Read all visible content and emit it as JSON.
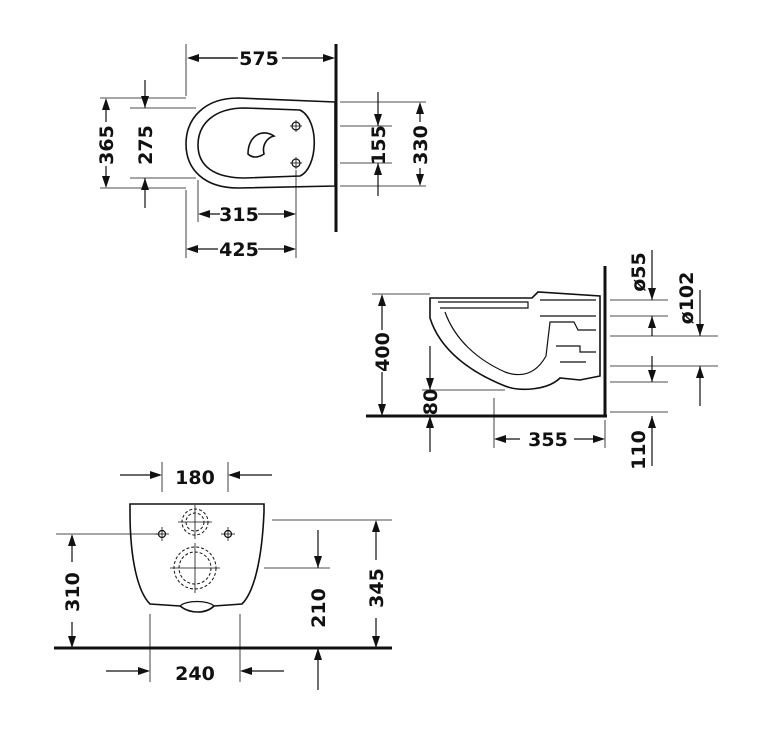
{
  "top_view": {
    "width_overall": "575",
    "width_365": "365",
    "width_275": "275",
    "fix_155": "155",
    "fix_330": "330",
    "len_315": "315",
    "len_425": "425"
  },
  "side_view": {
    "height_400": "400",
    "height_80": "80",
    "depth_355": "355",
    "inlet_55": "ø55",
    "outlet_102": "ø102",
    "height_110": "110"
  },
  "front_view": {
    "spacing_180": "180",
    "height_310": "310",
    "height_210": "210",
    "height_345": "345",
    "width_240": "240"
  }
}
